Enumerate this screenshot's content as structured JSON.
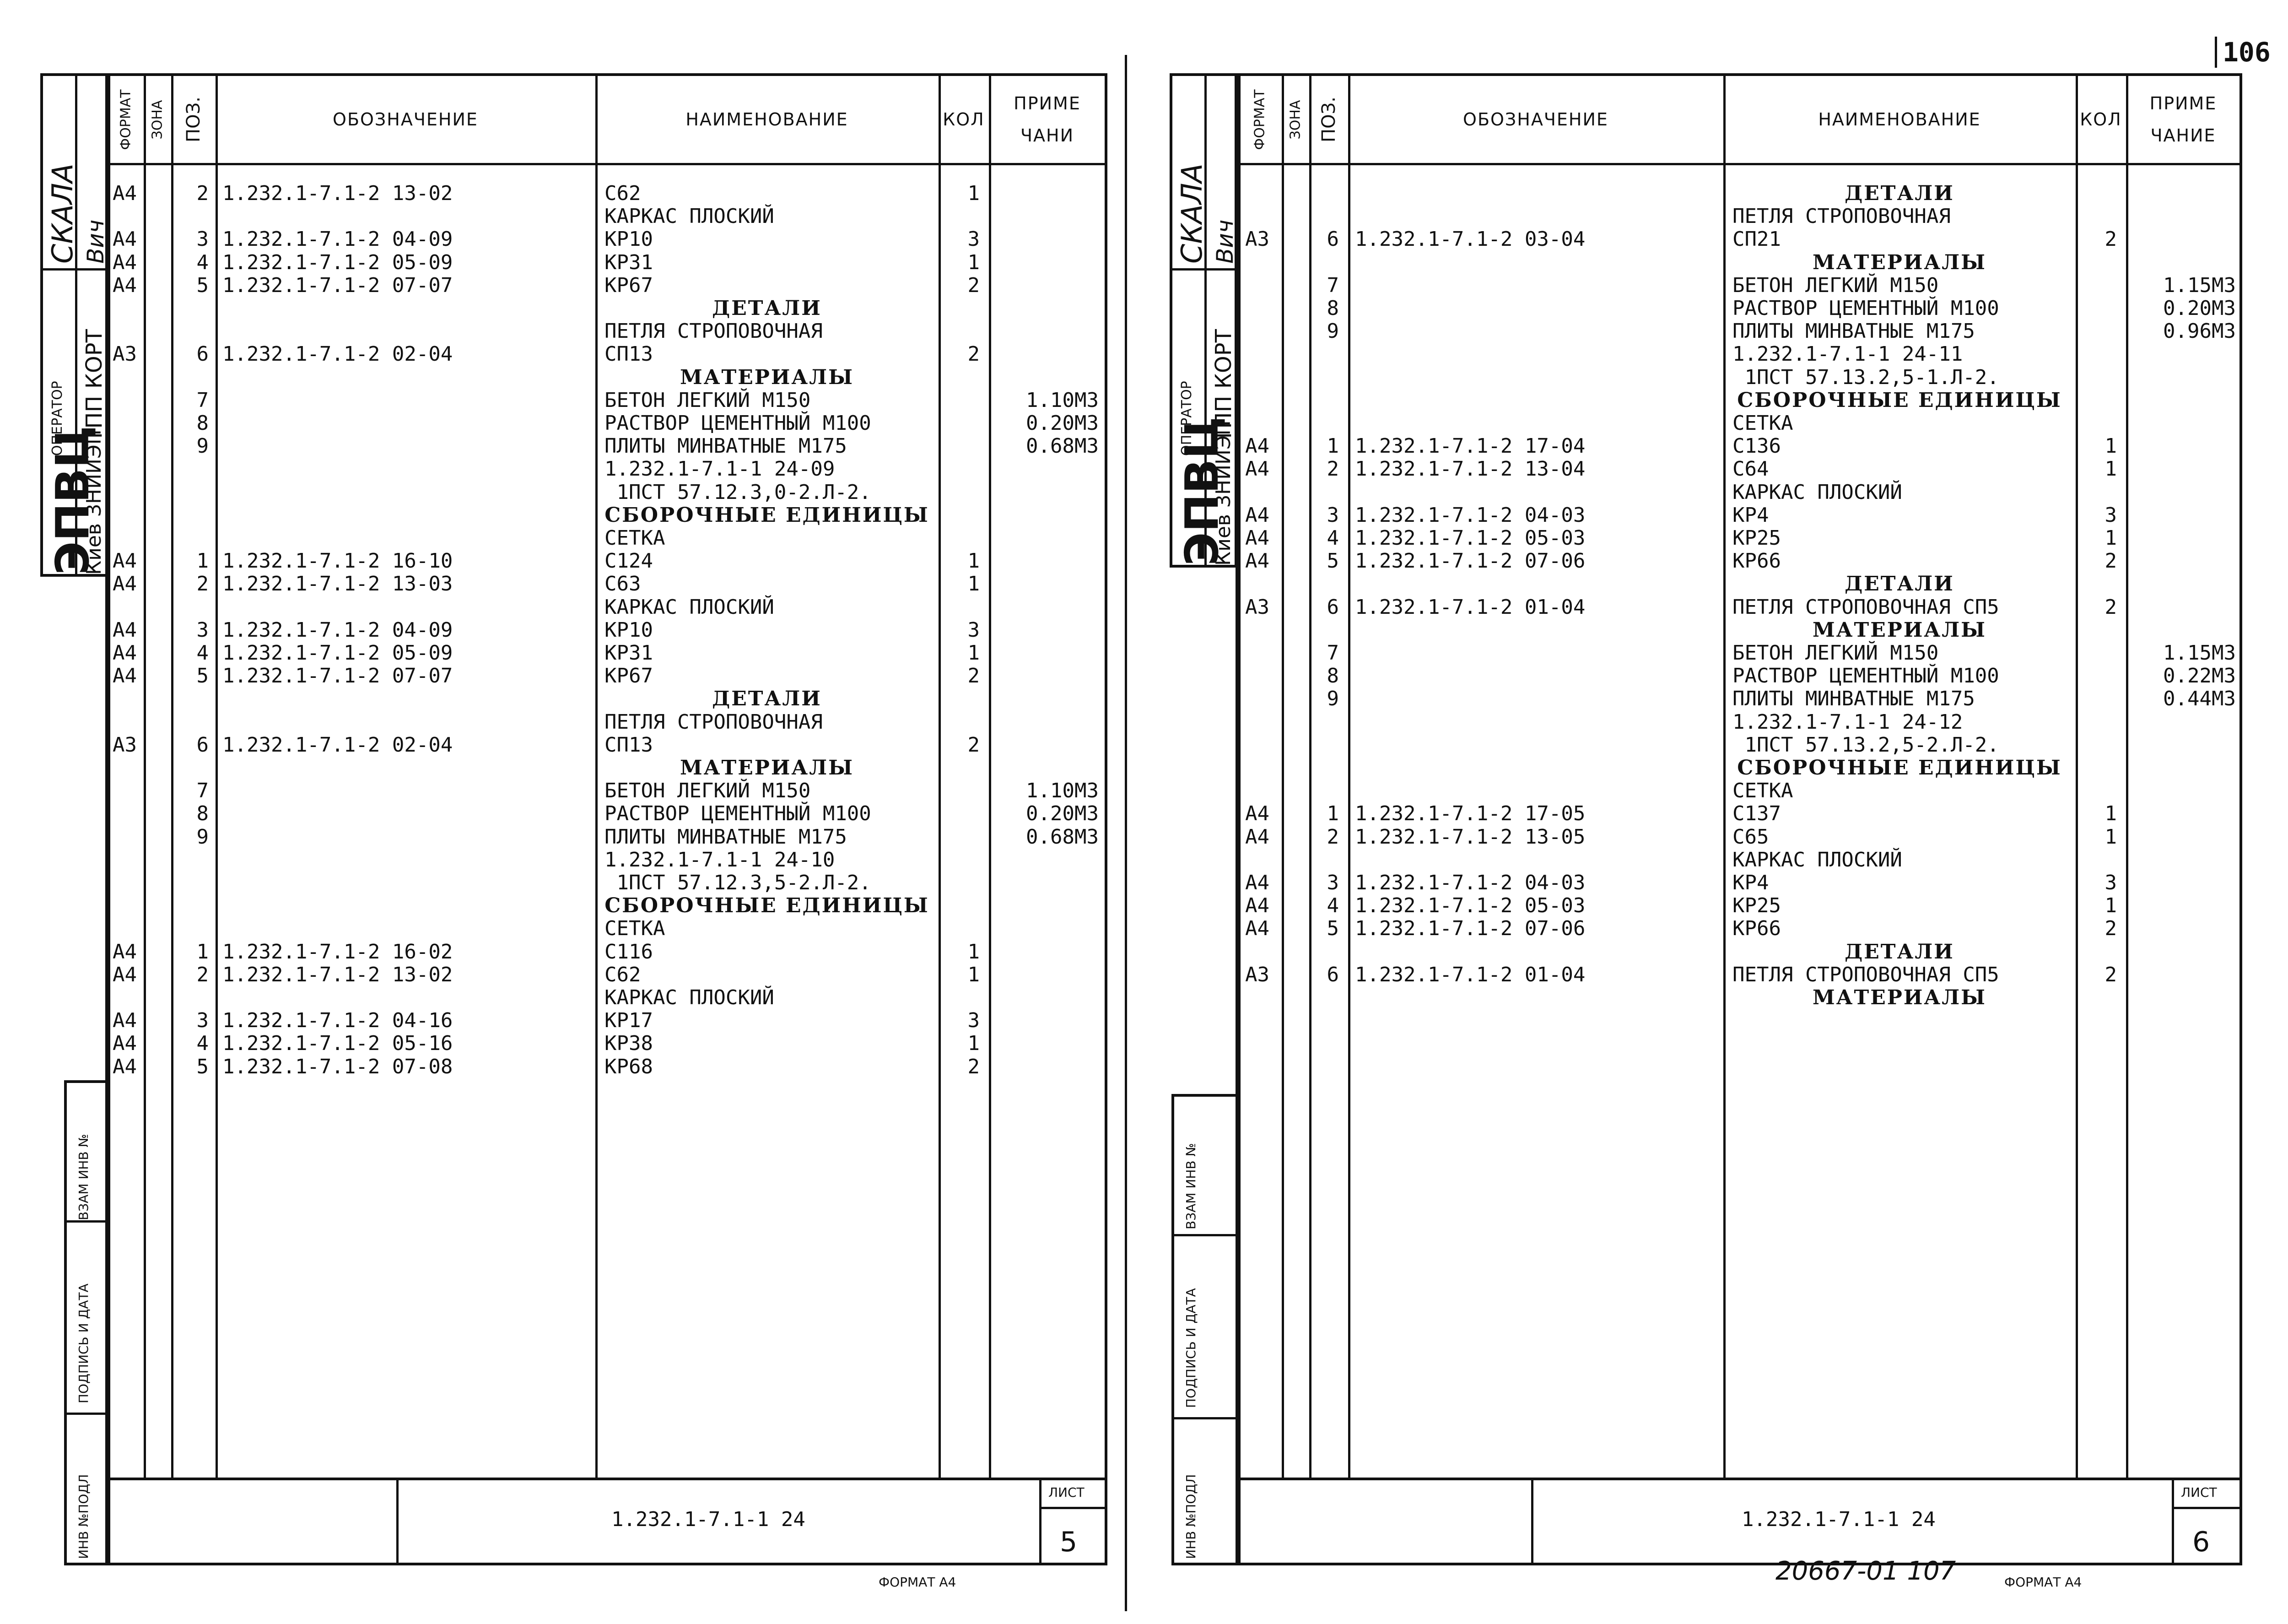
{
  "page_number": "106",
  "headers": {
    "format": "ФОРМАТ",
    "zone": "ЗОНА",
    "pos": "ПОЗ.",
    "designation": "ОБОЗНАЧЕНИЕ",
    "name": "НАИМЕНОВАНИЕ",
    "qty": "КОЛ",
    "note_top": "ПРИМЕ",
    "note_bottom": "ЧАНИЕ",
    "note_top_left": "ПРИМЕ",
    "note_bottom_left": "ЧАНИ"
  },
  "stamp": {
    "org": "ЭПВЦ",
    "city": "Киев ЗНИИЭП",
    "operator": "ОПЕРАТОР",
    "dept": "ТПП КОРТ",
    "scale": "СКАЛА",
    "signature": "Вич"
  },
  "side_labels": {
    "vzam": "ВЗАМ ИНВ №",
    "sign_date": "ПОДПИСЬ И ДАТА",
    "inv": "ИНВ №ПОДЛ"
  },
  "left_sheet": {
    "rows": [
      {
        "fmt": "А4",
        "pos": "2",
        "des": "1.232.1-7.1-2 13-02",
        "name": "С62",
        "kol": "1",
        "note": ""
      },
      {
        "fmt": "",
        "pos": "",
        "des": "",
        "name": "КАРКАС ПЛОСКИЙ",
        "kol": "",
        "note": ""
      },
      {
        "fmt": "А4",
        "pos": "3",
        "des": "1.232.1-7.1-2 04-09",
        "name": "КР10",
        "kol": "3",
        "note": ""
      },
      {
        "fmt": "А4",
        "pos": "4",
        "des": "1.232.1-7.1-2 05-09",
        "name": "КР31",
        "kol": "1",
        "note": ""
      },
      {
        "fmt": "А4",
        "pos": "5",
        "des": "1.232.1-7.1-2 07-07",
        "name": "КР67",
        "kol": "2",
        "note": ""
      },
      {
        "section": "ДЕТАЛИ"
      },
      {
        "fmt": "",
        "pos": "",
        "des": "",
        "name": "ПЕТЛЯ СТРОПОВОЧНАЯ",
        "kol": "",
        "note": ""
      },
      {
        "fmt": "А3",
        "pos": "6",
        "des": "1.232.1-7.1-2 02-04",
        "name": "СП13",
        "kol": "2",
        "note": ""
      },
      {
        "section": "МАТЕРИАЛЫ"
      },
      {
        "fmt": "",
        "pos": "7",
        "des": "",
        "name": "БЕТОН ЛЕГКИЙ М150",
        "kol": "",
        "note": "1.10М3"
      },
      {
        "fmt": "",
        "pos": "8",
        "des": "",
        "name": "РАСТВОР ЦЕМЕНТНЫЙ М100",
        "kol": "",
        "note": "0.20М3"
      },
      {
        "fmt": "",
        "pos": "9",
        "des": "",
        "name": "ПЛИТЫ МИНВАТНЫЕ М175",
        "kol": "",
        "note": "0.68М3"
      },
      {
        "fmt": "",
        "pos": "",
        "des": "",
        "name": "1.232.1-7.1-1 24-09",
        "kol": "",
        "note": ""
      },
      {
        "fmt": "",
        "pos": "",
        "des": "",
        "name": " 1ПСТ 57.12.3,0-2.Л-2.",
        "kol": "",
        "note": ""
      },
      {
        "section": "СБОРОЧНЫЕ ЕДИНИЦЫ"
      },
      {
        "fmt": "",
        "pos": "",
        "des": "",
        "name": "СЕТКА",
        "kol": "",
        "note": ""
      },
      {
        "fmt": "А4",
        "pos": "1",
        "des": "1.232.1-7.1-2 16-10",
        "name": "С124",
        "kol": "1",
        "note": ""
      },
      {
        "fmt": "А4",
        "pos": "2",
        "des": "1.232.1-7.1-2 13-03",
        "name": "С63",
        "kol": "1",
        "note": ""
      },
      {
        "fmt": "",
        "pos": "",
        "des": "",
        "name": "КАРКАС ПЛОСКИЙ",
        "kol": "",
        "note": ""
      },
      {
        "fmt": "А4",
        "pos": "3",
        "des": "1.232.1-7.1-2 04-09",
        "name": "КР10",
        "kol": "3",
        "note": ""
      },
      {
        "fmt": "А4",
        "pos": "4",
        "des": "1.232.1-7.1-2 05-09",
        "name": "КР31",
        "kol": "1",
        "note": ""
      },
      {
        "fmt": "А4",
        "pos": "5",
        "des": "1.232.1-7.1-2 07-07",
        "name": "КР67",
        "kol": "2",
        "note": ""
      },
      {
        "section": "ДЕТАЛИ"
      },
      {
        "fmt": "",
        "pos": "",
        "des": "",
        "name": "ПЕТЛЯ СТРОПОВОЧНАЯ",
        "kol": "",
        "note": ""
      },
      {
        "fmt": "А3",
        "pos": "6",
        "des": "1.232.1-7.1-2 02-04",
        "name": "СП13",
        "kol": "2",
        "note": ""
      },
      {
        "section": "МАТЕРИАЛЫ"
      },
      {
        "fmt": "",
        "pos": "7",
        "des": "",
        "name": "БЕТОН ЛЕГКИЙ М150",
        "kol": "",
        "note": "1.10М3"
      },
      {
        "fmt": "",
        "pos": "8",
        "des": "",
        "name": "РАСТВОР ЦЕМЕНТНЫЙ М100",
        "kol": "",
        "note": "0.20М3"
      },
      {
        "fmt": "",
        "pos": "9",
        "des": "",
        "name": "ПЛИТЫ МИНВАТНЫЕ М175",
        "kol": "",
        "note": "0.68М3"
      },
      {
        "fmt": "",
        "pos": "",
        "des": "",
        "name": "1.232.1-7.1-1 24-10",
        "kol": "",
        "note": ""
      },
      {
        "fmt": "",
        "pos": "",
        "des": "",
        "name": " 1ПСТ 57.12.3,5-2.Л-2.",
        "kol": "",
        "note": ""
      },
      {
        "section": "СБОРОЧНЫЕ ЕДИНИЦЫ"
      },
      {
        "fmt": "",
        "pos": "",
        "des": "",
        "name": "СЕТКА",
        "kol": "",
        "note": ""
      },
      {
        "fmt": "А4",
        "pos": "1",
        "des": "1.232.1-7.1-2 16-02",
        "name": "С116",
        "kol": "1",
        "note": ""
      },
      {
        "fmt": "А4",
        "pos": "2",
        "des": "1.232.1-7.1-2 13-02",
        "name": "С62",
        "kol": "1",
        "note": ""
      },
      {
        "fmt": "",
        "pos": "",
        "des": "",
        "name": "КАРКАС ПЛОСКИЙ",
        "kol": "",
        "note": ""
      },
      {
        "fmt": "А4",
        "pos": "3",
        "des": "1.232.1-7.1-2 04-16",
        "name": "КР17",
        "kol": "3",
        "note": ""
      },
      {
        "fmt": "А4",
        "pos": "4",
        "des": "1.232.1-7.1-2 05-16",
        "name": "КР38",
        "kol": "1",
        "note": ""
      },
      {
        "fmt": "А4",
        "pos": "5",
        "des": "1.232.1-7.1-2 07-08",
        "name": "КР68",
        "kol": "2",
        "note": ""
      }
    ],
    "doc_code": "1.232.1-7.1-1 24",
    "sheet_label": "ЛИСТ",
    "sheet_number": "5",
    "format_label": "ФОРМАТ А4"
  },
  "right_sheet": {
    "rows": [
      {
        "section": "ДЕТАЛИ"
      },
      {
        "fmt": "",
        "pos": "",
        "des": "",
        "name": "ПЕТЛЯ СТРОПОВОЧНАЯ",
        "kol": "",
        "note": ""
      },
      {
        "fmt": "А3",
        "pos": "6",
        "des": "1.232.1-7.1-2 03-04",
        "name": "СП21",
        "kol": "2",
        "note": ""
      },
      {
        "section": "МАТЕРИАЛЫ"
      },
      {
        "fmt": "",
        "pos": "7",
        "des": "",
        "name": "БЕТОН ЛЕГКИЙ М150",
        "kol": "",
        "note": "1.15М3"
      },
      {
        "fmt": "",
        "pos": "8",
        "des": "",
        "name": "РАСТВОР ЦЕМЕНТНЫЙ М100",
        "kol": "",
        "note": "0.20М3"
      },
      {
        "fmt": "",
        "pos": "9",
        "des": "",
        "name": "ПЛИТЫ МИНВАТНЫЕ М175",
        "kol": "",
        "note": "0.96М3"
      },
      {
        "fmt": "",
        "pos": "",
        "des": "",
        "name": "1.232.1-7.1-1 24-11",
        "kol": "",
        "note": ""
      },
      {
        "fmt": "",
        "pos": "",
        "des": "",
        "name": " 1ПСТ 57.13.2,5-1.Л-2.",
        "kol": "",
        "note": ""
      },
      {
        "section": "СБОРОЧНЫЕ ЕДИНИЦЫ"
      },
      {
        "fmt": "",
        "pos": "",
        "des": "",
        "name": "СЕТКА",
        "kol": "",
        "note": ""
      },
      {
        "fmt": "А4",
        "pos": "1",
        "des": "1.232.1-7.1-2 17-04",
        "name": "С136",
        "kol": "1",
        "note": ""
      },
      {
        "fmt": "А4",
        "pos": "2",
        "des": "1.232.1-7.1-2 13-04",
        "name": "С64",
        "kol": "1",
        "note": ""
      },
      {
        "fmt": "",
        "pos": "",
        "des": "",
        "name": "КАРКАС ПЛОСКИЙ",
        "kol": "",
        "note": ""
      },
      {
        "fmt": "А4",
        "pos": "3",
        "des": "1.232.1-7.1-2 04-03",
        "name": "КР4",
        "kol": "3",
        "note": ""
      },
      {
        "fmt": "А4",
        "pos": "4",
        "des": "1.232.1-7.1-2 05-03",
        "name": "КР25",
        "kol": "1",
        "note": ""
      },
      {
        "fmt": "А4",
        "pos": "5",
        "des": "1.232.1-7.1-2 07-06",
        "name": "КР66",
        "kol": "2",
        "note": ""
      },
      {
        "section": "ДЕТАЛИ"
      },
      {
        "fmt": "А3",
        "pos": "6",
        "des": "1.232.1-7.1-2 01-04",
        "name": "ПЕТЛЯ СТРОПОВОЧНАЯ СП5",
        "kol": "2",
        "note": ""
      },
      {
        "section": "МАТЕРИАЛЫ"
      },
      {
        "fmt": "",
        "pos": "7",
        "des": "",
        "name": "БЕТОН ЛЕГКИЙ М150",
        "kol": "",
        "note": "1.15М3"
      },
      {
        "fmt": "",
        "pos": "8",
        "des": "",
        "name": "РАСТВОР ЦЕМЕНТНЫЙ М100",
        "kol": "",
        "note": "0.22М3"
      },
      {
        "fmt": "",
        "pos": "9",
        "des": "",
        "name": "ПЛИТЫ МИНВАТНЫЕ М175",
        "kol": "",
        "note": "0.44М3"
      },
      {
        "fmt": "",
        "pos": "",
        "des": "",
        "name": "1.232.1-7.1-1 24-12",
        "kol": "",
        "note": ""
      },
      {
        "fmt": "",
        "pos": "",
        "des": "",
        "name": " 1ПСТ 57.13.2,5-2.Л-2.",
        "kol": "",
        "note": ""
      },
      {
        "section": "СБОРОЧНЫЕ ЕДИНИЦЫ"
      },
      {
        "fmt": "",
        "pos": "",
        "des": "",
        "name": "СЕТКА",
        "kol": "",
        "note": ""
      },
      {
        "fmt": "А4",
        "pos": "1",
        "des": "1.232.1-7.1-2 17-05",
        "name": "С137",
        "kol": "1",
        "note": ""
      },
      {
        "fmt": "А4",
        "pos": "2",
        "des": "1.232.1-7.1-2 13-05",
        "name": "С65",
        "kol": "1",
        "note": ""
      },
      {
        "fmt": "",
        "pos": "",
        "des": "",
        "name": "КАРКАС ПЛОСКИЙ",
        "kol": "",
        "note": ""
      },
      {
        "fmt": "А4",
        "pos": "3",
        "des": "1.232.1-7.1-2 04-03",
        "name": "КР4",
        "kol": "3",
        "note": ""
      },
      {
        "fmt": "А4",
        "pos": "4",
        "des": "1.232.1-7.1-2 05-03",
        "name": "КР25",
        "kol": "1",
        "note": ""
      },
      {
        "fmt": "А4",
        "pos": "5",
        "des": "1.232.1-7.1-2 07-06",
        "name": "КР66",
        "kol": "2",
        "note": ""
      },
      {
        "section": "ДЕТАЛИ"
      },
      {
        "fmt": "А3",
        "pos": "6",
        "des": "1.232.1-7.1-2 01-04",
        "name": "ПЕТЛЯ СТРОПОВОЧНАЯ СП5",
        "kol": "2",
        "note": ""
      },
      {
        "section": "МАТЕРИАЛЫ"
      }
    ],
    "doc_code": "1.232.1-7.1-1 24",
    "sheet_label": "ЛИСТ",
    "sheet_number": "6",
    "format_label": "ФОРМАТ А4",
    "archive_number": "20667-01 107"
  }
}
